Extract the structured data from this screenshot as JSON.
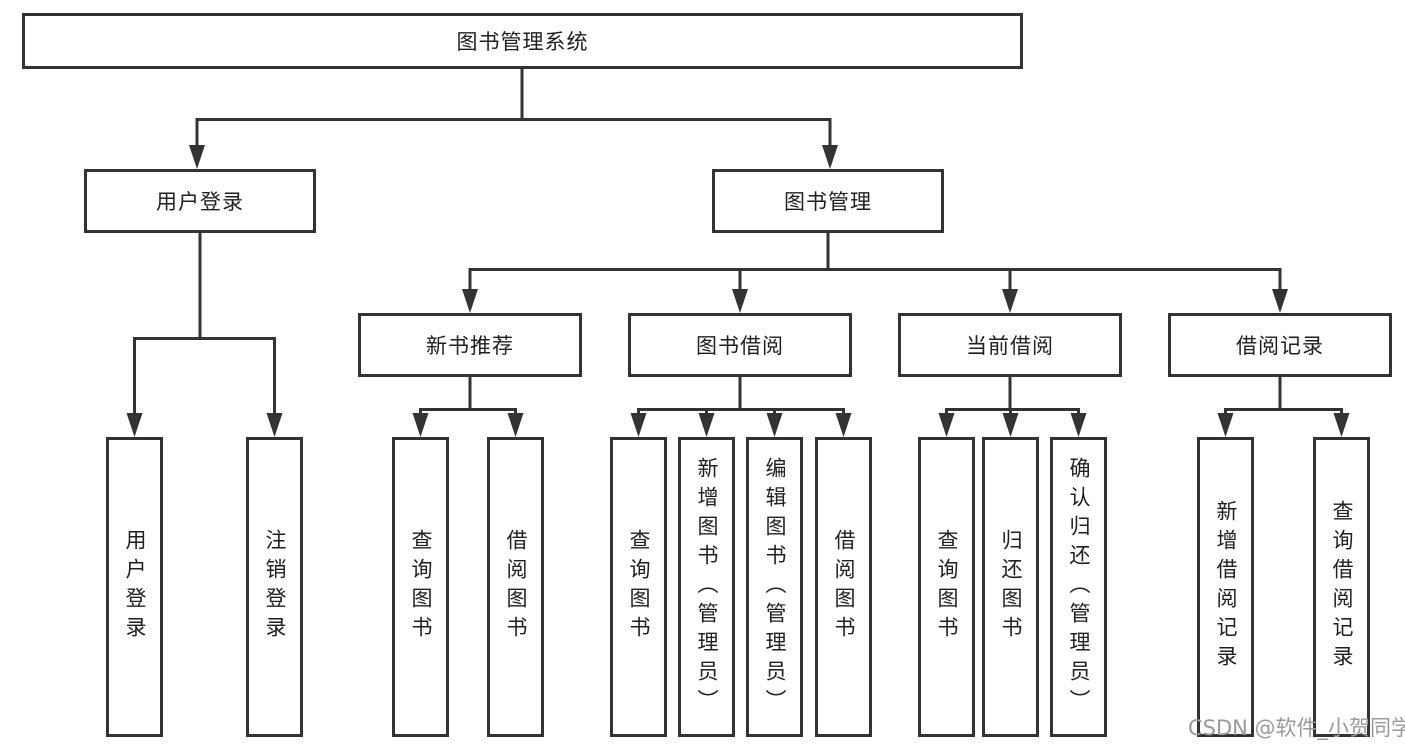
{
  "diagram": {
    "title": "图书管理系统",
    "type": "hierarchy-tree",
    "colors": {
      "line": "#333333",
      "border": "#333333",
      "text": "#1f1f1f",
      "background": "#ffffff",
      "watermark": "#9a9a9a"
    },
    "tree": {
      "label": "图书管理系统",
      "children": [
        {
          "label": "用户登录",
          "children": [
            {
              "label": "用户登录"
            },
            {
              "label": "注销登录"
            }
          ]
        },
        {
          "label": "图书管理",
          "children": [
            {
              "label": "新书推荐",
              "children": [
                {
                  "label": "查询图书"
                },
                {
                  "label": "借阅图书"
                }
              ]
            },
            {
              "label": "图书借阅",
              "children": [
                {
                  "label": "查询图书"
                },
                {
                  "label": "新增图书（管理员）"
                },
                {
                  "label": "编辑图书（管理员）"
                },
                {
                  "label": "借阅图书"
                }
              ]
            },
            {
              "label": "当前借阅",
              "children": [
                {
                  "label": "查询图书"
                },
                {
                  "label": "归还图书"
                },
                {
                  "label": "确认归还（管理员）"
                }
              ]
            },
            {
              "label": "借阅记录",
              "children": [
                {
                  "label": "新增借阅记录"
                },
                {
                  "label": "查询借阅记录"
                }
              ]
            }
          ]
        }
      ]
    },
    "watermark": "CSDN @软件_小贺同学"
  }
}
